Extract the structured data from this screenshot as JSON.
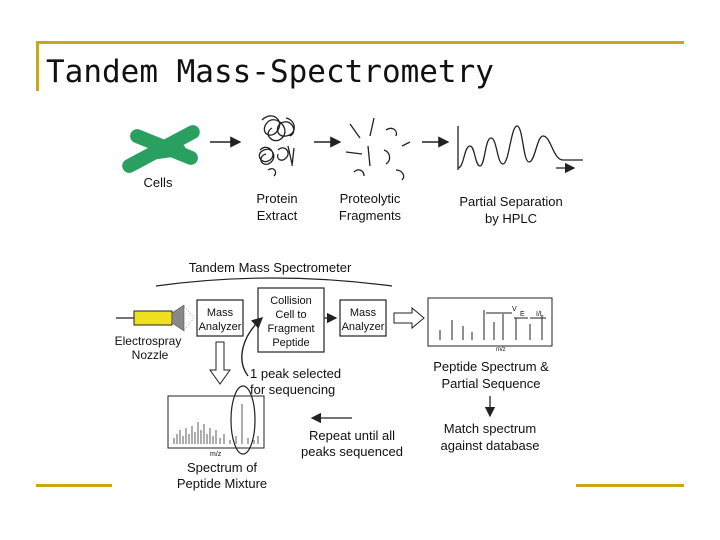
{
  "slide": {
    "title": "Tandem Mass-Spectrometry",
    "accent_color": "#c8a818"
  },
  "diagram": {
    "top_row": {
      "cells": "Cells",
      "protein_extract": [
        "Protein",
        "Extract"
      ],
      "proteolytic_fragments": [
        "Proteolytic",
        "Fragments"
      ],
      "partial_separation": [
        "Partial Separation",
        "by HPLC"
      ]
    },
    "tandem_ms_label": "Tandem Mass Spectrometer",
    "electrospray": [
      "Electrospray",
      "Nozzle"
    ],
    "mass_analyzer_1": [
      "Mass",
      "Analyzer"
    ],
    "collision_cell": [
      "Collision",
      "Cell to",
      "Fragment",
      "Peptide"
    ],
    "mass_analyzer_2": [
      "Mass",
      "Analyzer"
    ],
    "peak_selected": [
      "1 peak selected",
      "for sequencing"
    ],
    "peptide_spectrum": [
      "Peptide Spectrum &",
      "Partial Sequence"
    ],
    "match_spectrum": [
      "Match spectrum",
      "against database"
    ],
    "repeat": [
      "Repeat until all",
      "peaks sequenced"
    ],
    "spectrum_mixture": [
      "Spectrum of",
      "Peptide Mixture"
    ],
    "axis_mz_1": "m/z",
    "axis_mz_2": "m/z",
    "seq_labels": [
      "V",
      "E",
      "I/L"
    ],
    "cell_color": "#2aa060",
    "nozzle_color": "#f0e020"
  }
}
